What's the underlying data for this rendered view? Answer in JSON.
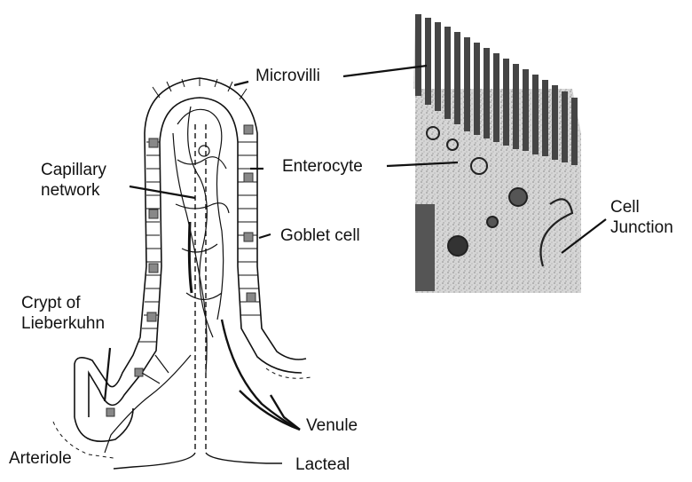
{
  "labels": {
    "microvilli": "Microvilli",
    "enterocyte": "Enterocyte",
    "capillary_network": [
      "Capillary",
      "network"
    ],
    "goblet_cell": "Goblet cell",
    "crypt": [
      "Crypt of",
      "Lieberkuhn"
    ],
    "cell_junction": [
      "Cell",
      "Junction"
    ],
    "venule": "Venule",
    "arteriole": "Arteriole",
    "lacteal": "Lacteal"
  },
  "colors": {
    "line": "#111111",
    "micrograph_bg": "#cfcfcf",
    "micrograph_dark": "#3a3a3a"
  }
}
